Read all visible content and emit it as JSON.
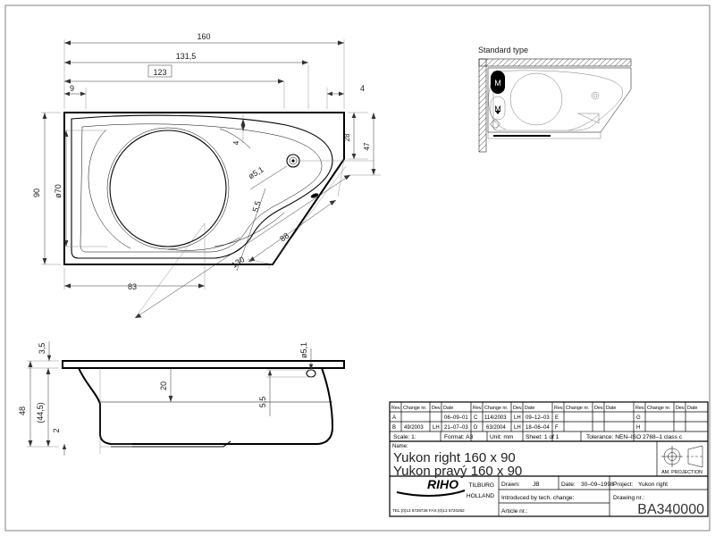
{
  "drawing": {
    "sheet_border": true,
    "inset_label": "Standard type",
    "motor_label": "M"
  },
  "plan_dimensions": {
    "overall_length": "160",
    "length_131_5": "131,5",
    "length_123_boxed": "123",
    "left_offset": "9",
    "right_offset": "4",
    "overall_width": "90",
    "circle_diameter": "ø70",
    "drain_diameter": "ø5,1",
    "drain_offset": "5,5",
    "top_right_28": "28",
    "top_right_47": "47",
    "inner_top_4": "4",
    "bottom_83": "83",
    "diag_88": "88",
    "diag_130": "130"
  },
  "section_dimensions": {
    "rim_thickness": "3,5",
    "total_height": "48",
    "inner_height": "(44,5)",
    "foot_height": "2",
    "inner_depth": "20",
    "overflow_diameter": "ø5,1",
    "overflow_offset": "5,5"
  },
  "revision_table": {
    "headers": [
      "Rev.",
      "Change nr.",
      "Dev.",
      "Date"
    ],
    "groups": [
      {
        "rows": [
          {
            "rev": "A",
            "change": "",
            "dev": "",
            "date": "06–09–01"
          },
          {
            "rev": "B",
            "change": "49/2003",
            "dev": "LH",
            "date": "21–07–03"
          }
        ]
      },
      {
        "rows": [
          {
            "rev": "C",
            "change": "114/2003",
            "dev": "LH",
            "date": "09–12–03"
          },
          {
            "rev": "D",
            "change": "63/2004",
            "dev": "LH",
            "date": "18–06–04"
          }
        ]
      },
      {
        "rows": [
          {
            "rev": "E",
            "change": "",
            "dev": "",
            "date": ""
          },
          {
            "rev": "F",
            "change": "",
            "dev": "",
            "date": ""
          }
        ]
      },
      {
        "rows": [
          {
            "rev": "G",
            "change": "",
            "dev": "",
            "date": ""
          },
          {
            "rev": "H",
            "change": "",
            "dev": "",
            "date": ""
          }
        ]
      }
    ]
  },
  "spec_row": {
    "scale": "Scale:   1:",
    "format": "Format: A3",
    "unit": "Unit:   mm",
    "sheet": "Sheet:  1  of  1",
    "tolerance": "Tolerance:  NEN–ISO 2768–1  class c"
  },
  "name_block": {
    "label": "Name:",
    "line1": "Yukon  right    160  x  90",
    "line2": "Yukon  pravý    160  x  90",
    "projection_label": "AM.  PROJECTION"
  },
  "company_block": {
    "logo": "RIHO",
    "city": "TILBURG",
    "country": "HOLLAND",
    "contact": "TEL:(0)13 5728728   FAX:(0)13 5720262",
    "drawn_label": "Drawn:",
    "drawn_value": "JB",
    "date_label": "Date:",
    "date_value": "30–09–1998",
    "project_label": "Project:",
    "project_value": "Yukon right",
    "introduced_label": "Introduced by tech. change:",
    "article_label": "Article nr.:",
    "drawing_nr_label": "Drawing nr.:",
    "drawing_nr_value": "BA340000"
  }
}
